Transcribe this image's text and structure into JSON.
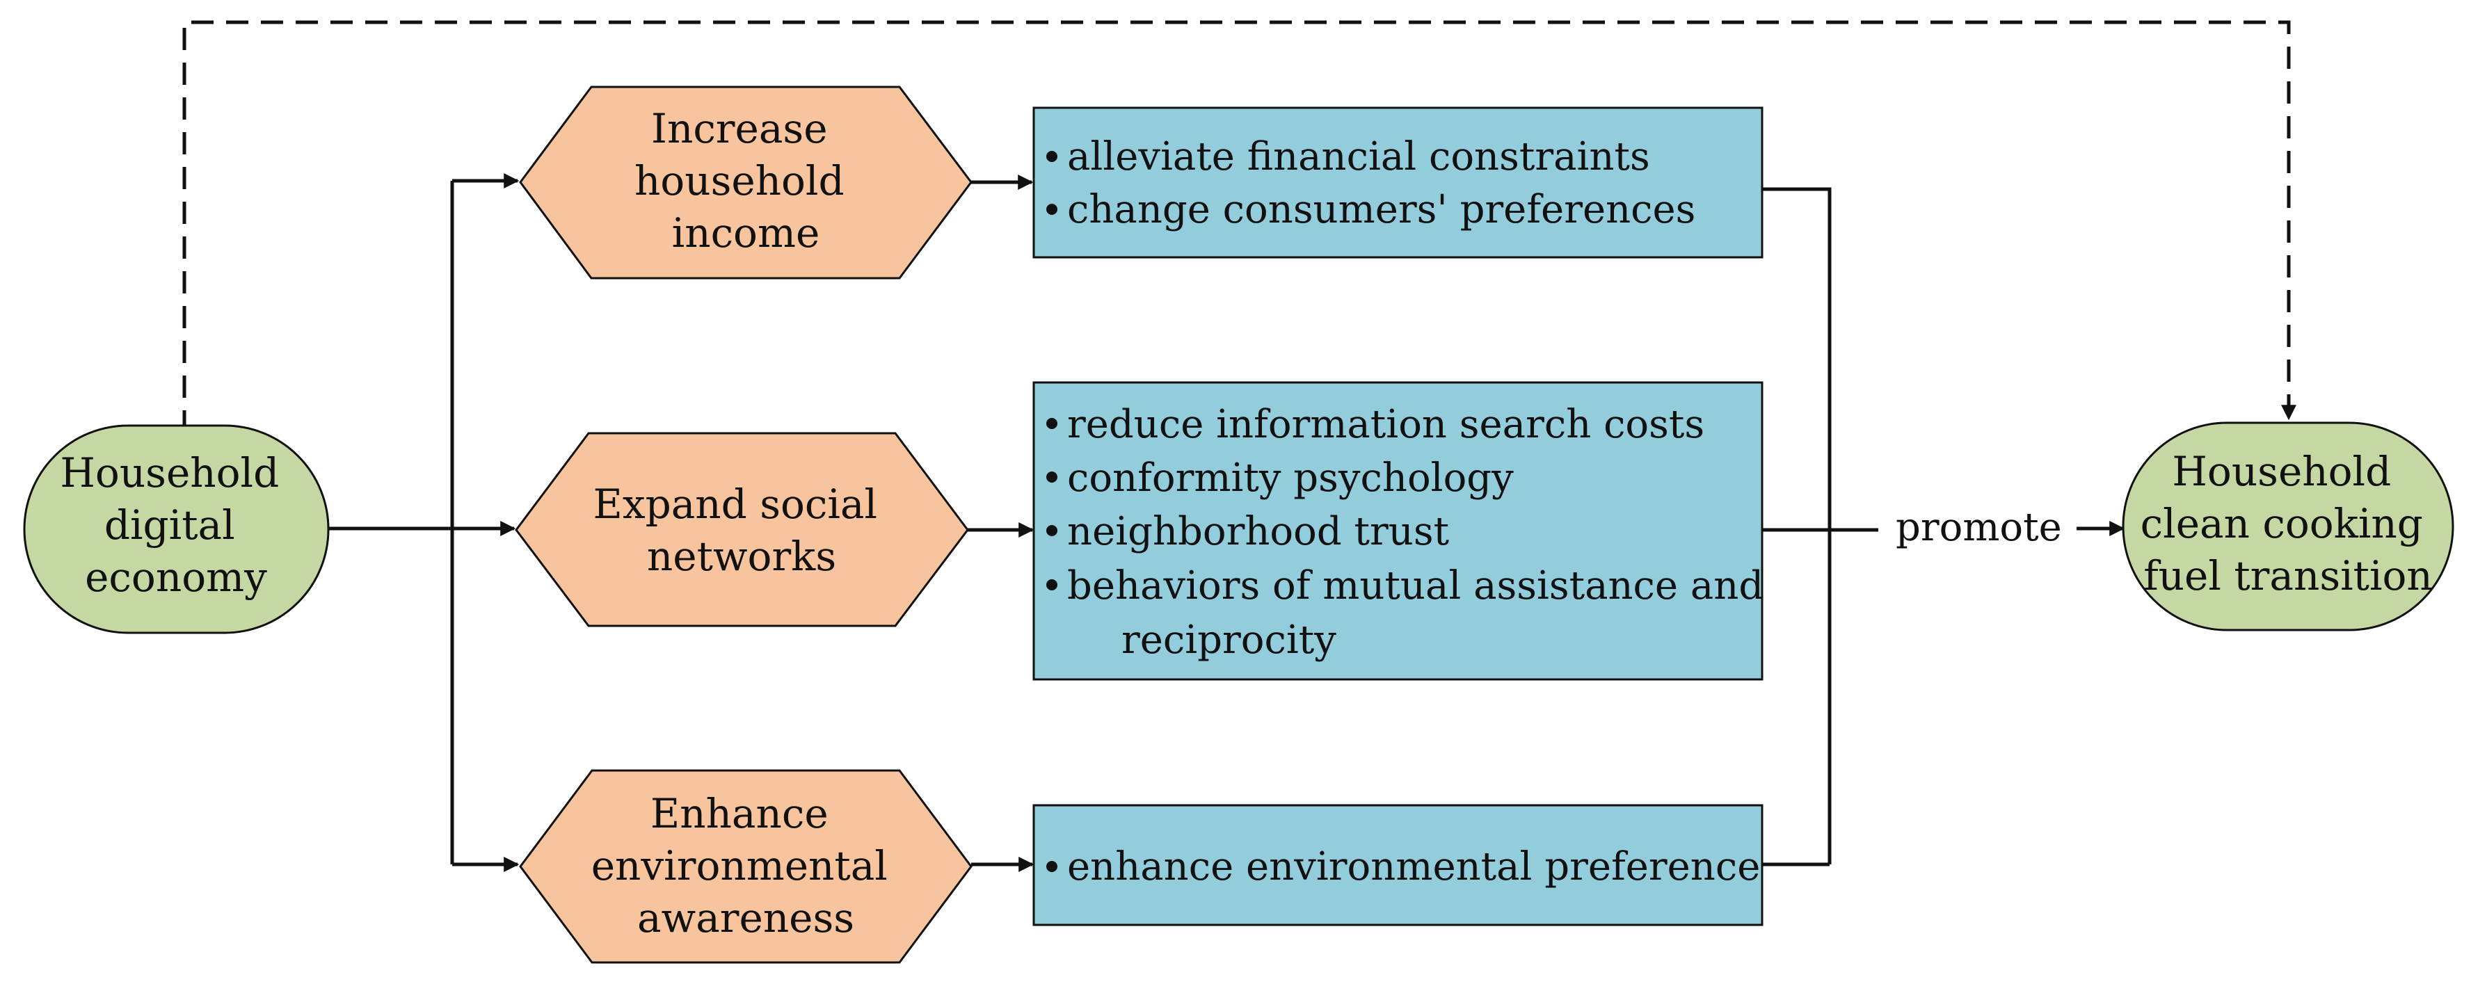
{
  "colors": {
    "oval_fill": "#c5d8a3",
    "hexagon_fill": "#f7c49d",
    "box_fill": "#93cddc",
    "line": "#111111"
  },
  "source": {
    "lines": [
      "Household",
      "digital",
      "economy"
    ]
  },
  "target": {
    "lines": [
      "Household",
      "clean cooking",
      "fuel transition"
    ]
  },
  "mechanisms": [
    {
      "lines": [
        "Increase",
        "household",
        "income"
      ]
    },
    {
      "lines": [
        "Expand social",
        "networks"
      ]
    },
    {
      "lines": [
        "Enhance",
        "environmental",
        "awareness"
      ]
    }
  ],
  "effects": [
    {
      "bullets": [
        {
          "text": "alleviate financial constraints",
          "cont": ""
        },
        {
          "text": "change consumers' preferences",
          "cont": ""
        }
      ]
    },
    {
      "bullets": [
        {
          "text": "reduce information search costs",
          "cont": ""
        },
        {
          "text": "conformity psychology",
          "cont": ""
        },
        {
          "text": "neighborhood trust",
          "cont": ""
        },
        {
          "text": "behaviors of mutual assistance and",
          "cont": "reciprocity"
        }
      ]
    },
    {
      "bullets": [
        {
          "text": "enhance environmental preference",
          "cont": ""
        }
      ]
    }
  ],
  "promote_label": "promote",
  "icons": {
    "bullet": "bullet-dot-icon"
  }
}
